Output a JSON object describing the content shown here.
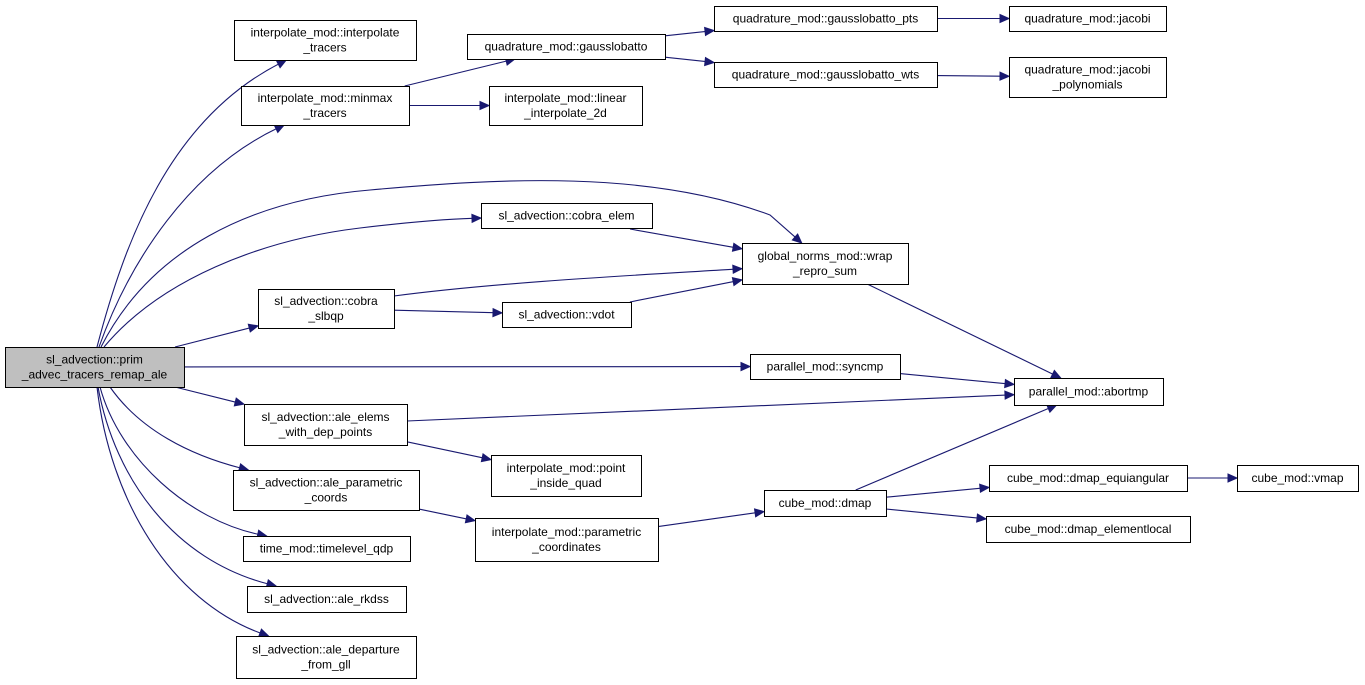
{
  "diagram": {
    "nodes": [
      {
        "id": "root",
        "lines": [
          "sl_advection::prim",
          "_advec_tracers_remap_ale"
        ],
        "highlight": true
      },
      {
        "id": "interp_tracers",
        "lines": [
          "interpolate_mod::interpolate",
          "_tracers"
        ]
      },
      {
        "id": "minmax",
        "lines": [
          "interpolate_mod::minmax",
          "_tracers"
        ]
      },
      {
        "id": "gausslobatto",
        "lines": [
          "quadrature_mod::gausslobatto"
        ]
      },
      {
        "id": "linear2d",
        "lines": [
          "interpolate_mod::linear",
          "_interpolate_2d"
        ]
      },
      {
        "id": "gl_pts",
        "lines": [
          "quadrature_mod::gausslobatto_pts"
        ]
      },
      {
        "id": "gl_wts",
        "lines": [
          "quadrature_mod::gausslobatto_wts"
        ]
      },
      {
        "id": "jacobi",
        "lines": [
          "quadrature_mod::jacobi"
        ]
      },
      {
        "id": "jacobi_poly",
        "lines": [
          "quadrature_mod::jacobi",
          "_polynomials"
        ]
      },
      {
        "id": "cobra_elem",
        "lines": [
          "sl_advection::cobra_elem"
        ]
      },
      {
        "id": "wrap",
        "lines": [
          "global_norms_mod::wrap",
          "_repro_sum"
        ]
      },
      {
        "id": "cobra_slbqp",
        "lines": [
          "sl_advection::cobra",
          "_slbqp"
        ]
      },
      {
        "id": "vdot",
        "lines": [
          "sl_advection::vdot"
        ]
      },
      {
        "id": "syncmp",
        "lines": [
          "parallel_mod::syncmp"
        ]
      },
      {
        "id": "abortmp",
        "lines": [
          "parallel_mod::abortmp"
        ]
      },
      {
        "id": "ale_elems",
        "lines": [
          "sl_advection::ale_elems",
          "_with_dep_points"
        ]
      },
      {
        "id": "point_quad",
        "lines": [
          "interpolate_mod::point",
          "_inside_quad"
        ]
      },
      {
        "id": "ale_param",
        "lines": [
          "sl_advection::ale_parametric",
          "_coords"
        ]
      },
      {
        "id": "param_coord",
        "lines": [
          "interpolate_mod::parametric",
          "_coordinates"
        ]
      },
      {
        "id": "dmap",
        "lines": [
          "cube_mod::dmap"
        ]
      },
      {
        "id": "dmap_eq",
        "lines": [
          "cube_mod::dmap_equiangular"
        ]
      },
      {
        "id": "vmap",
        "lines": [
          "cube_mod::vmap"
        ]
      },
      {
        "id": "dmap_el",
        "lines": [
          "cube_mod::dmap_elementlocal"
        ]
      },
      {
        "id": "timelevel",
        "lines": [
          "time_mod::timelevel_qdp"
        ]
      },
      {
        "id": "rkdss",
        "lines": [
          "sl_advection::ale_rkdss"
        ]
      },
      {
        "id": "departure",
        "lines": [
          "sl_advection::ale_departure",
          "_from_gll"
        ]
      }
    ],
    "edges": [
      [
        "root",
        "interp_tracers"
      ],
      [
        "root",
        "minmax"
      ],
      [
        "root",
        "wrap"
      ],
      [
        "root",
        "cobra_elem"
      ],
      [
        "root",
        "cobra_slbqp"
      ],
      [
        "root",
        "syncmp"
      ],
      [
        "root",
        "ale_elems"
      ],
      [
        "root",
        "ale_param"
      ],
      [
        "root",
        "timelevel"
      ],
      [
        "root",
        "rkdss"
      ],
      [
        "root",
        "departure"
      ],
      [
        "minmax",
        "gausslobatto"
      ],
      [
        "minmax",
        "linear2d"
      ],
      [
        "gausslobatto",
        "gl_pts"
      ],
      [
        "gausslobatto",
        "gl_wts"
      ],
      [
        "gl_pts",
        "jacobi"
      ],
      [
        "gl_wts",
        "jacobi_poly"
      ],
      [
        "cobra_elem",
        "wrap"
      ],
      [
        "cobra_slbqp",
        "wrap"
      ],
      [
        "cobra_slbqp",
        "vdot"
      ],
      [
        "vdot",
        "wrap"
      ],
      [
        "wrap",
        "abortmp"
      ],
      [
        "syncmp",
        "abortmp"
      ],
      [
        "ale_elems",
        "abortmp"
      ],
      [
        "ale_elems",
        "point_quad"
      ],
      [
        "ale_param",
        "param_coord"
      ],
      [
        "param_coord",
        "dmap"
      ],
      [
        "dmap",
        "abortmp"
      ],
      [
        "dmap",
        "dmap_eq"
      ],
      [
        "dmap",
        "dmap_el"
      ],
      [
        "dmap_eq",
        "vmap"
      ]
    ]
  }
}
